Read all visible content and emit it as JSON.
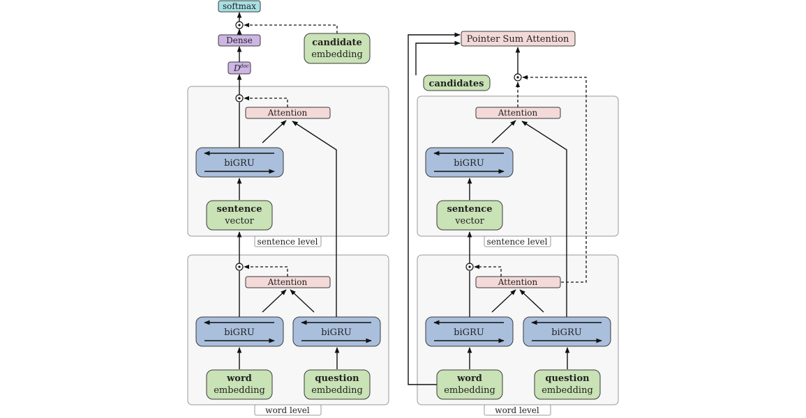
{
  "left": {
    "softmax": "softmax",
    "dense": "Dense",
    "ddoc_base": "D",
    "ddoc_sup": "doc",
    "candidate_bold": "candidate",
    "candidate_sub": "embedding",
    "sentence_tag": "sentence level",
    "word_tag": "word level",
    "attention": "Attention",
    "bigru": "biGRU",
    "sentence_bold": "sentence",
    "sentence_sub": "vector",
    "word_bold": "word",
    "word_sub": "embedding",
    "question_bold": "question",
    "question_sub": "embedding"
  },
  "right": {
    "pointer": "Pointer Sum Attention",
    "candidates": "candidates",
    "sentence_tag": "sentence level",
    "word_tag": "word level",
    "attention": "Attention",
    "bigru": "biGRU",
    "sentence_bold": "sentence",
    "sentence_sub": "vector",
    "word_bold": "word",
    "word_sub": "embedding",
    "question_bold": "question",
    "question_sub": "embedding"
  }
}
